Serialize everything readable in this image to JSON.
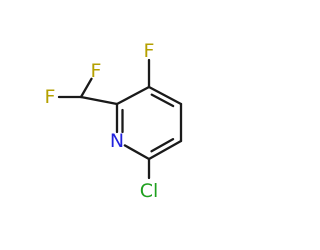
{
  "molecule": {
    "atoms": [
      {
        "id": "F1",
        "label": "F",
        "color": "#b5a000"
      },
      {
        "id": "C1",
        "label": ""
      },
      {
        "id": "F2",
        "label": "F",
        "color": "#b5a000"
      },
      {
        "id": "C2",
        "label": ""
      },
      {
        "id": "C3",
        "label": ""
      },
      {
        "id": "F3",
        "label": "F",
        "color": "#b5a000"
      },
      {
        "id": "C4",
        "label": ""
      },
      {
        "id": "C5",
        "label": ""
      },
      {
        "id": "C6",
        "label": ""
      },
      {
        "id": "Cl",
        "label": "Cl",
        "color": "#1fa01f"
      },
      {
        "id": "N",
        "label": "N",
        "color": "#2222dd"
      }
    ],
    "bonds": [
      {
        "from": "F1",
        "to": "C1",
        "order": 1
      },
      {
        "from": "C1",
        "to": "F2",
        "order": 1
      },
      {
        "from": "C1",
        "to": "C2",
        "order": 1
      },
      {
        "from": "C2",
        "to": "C3",
        "order": 1
      },
      {
        "from": "C3",
        "to": "F3",
        "order": 1
      },
      {
        "from": "C3",
        "to": "C4",
        "order": 2
      },
      {
        "from": "C4",
        "to": "C5",
        "order": 1
      },
      {
        "from": "C5",
        "to": "C6",
        "order": 2
      },
      {
        "from": "C6",
        "to": "Cl",
        "order": 1
      },
      {
        "from": "C6",
        "to": "N",
        "order": 1
      },
      {
        "from": "N",
        "to": "C2",
        "order": 2
      }
    ]
  }
}
